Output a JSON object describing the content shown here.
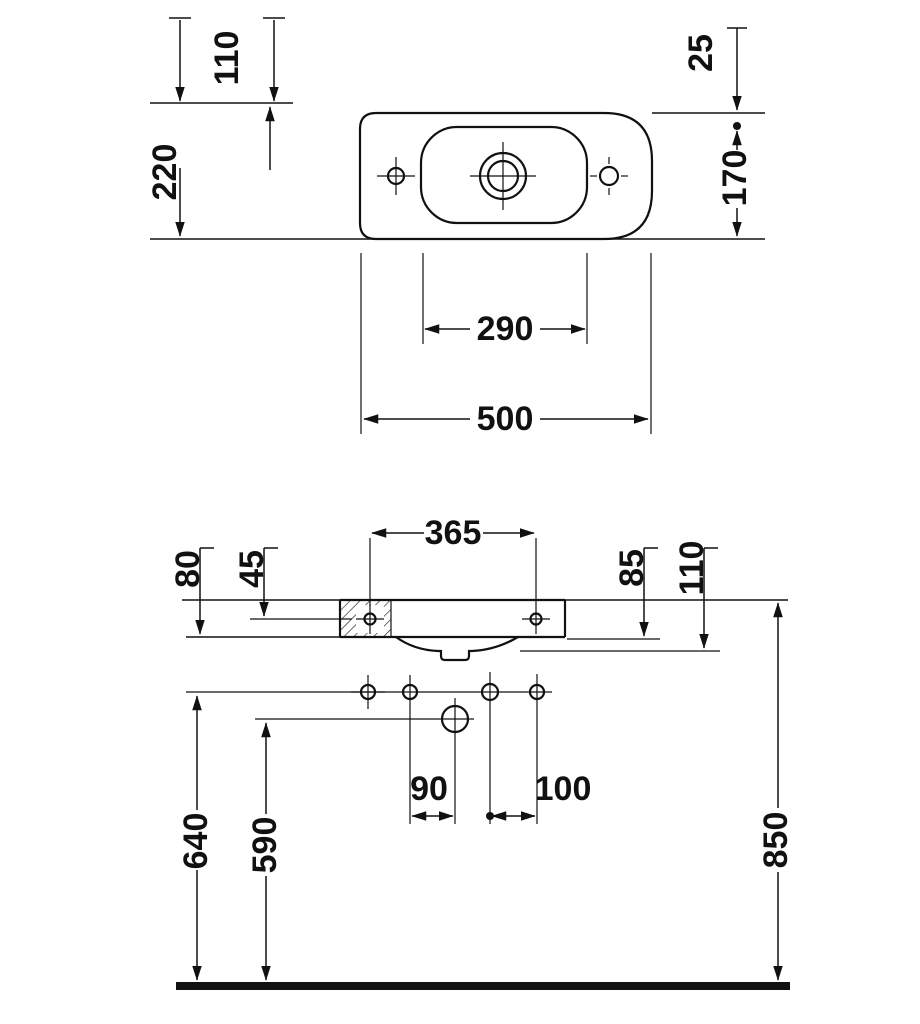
{
  "drawing": {
    "type": "washbasin-dimensional-drawing",
    "views": [
      "plan-view",
      "front-elevation"
    ],
    "colors": {
      "line": "#111111",
      "background": "#ffffff"
    }
  },
  "plan": {
    "d110": "110",
    "d220": "220",
    "d25": "25",
    "d170": "170",
    "d290": "290",
    "d500": "500"
  },
  "front": {
    "d365": "365",
    "d80": "80",
    "d45": "45",
    "d85": "85",
    "d110": "110",
    "d90": "90",
    "d100": "100",
    "d640": "640",
    "d590": "590",
    "d850": "850"
  }
}
